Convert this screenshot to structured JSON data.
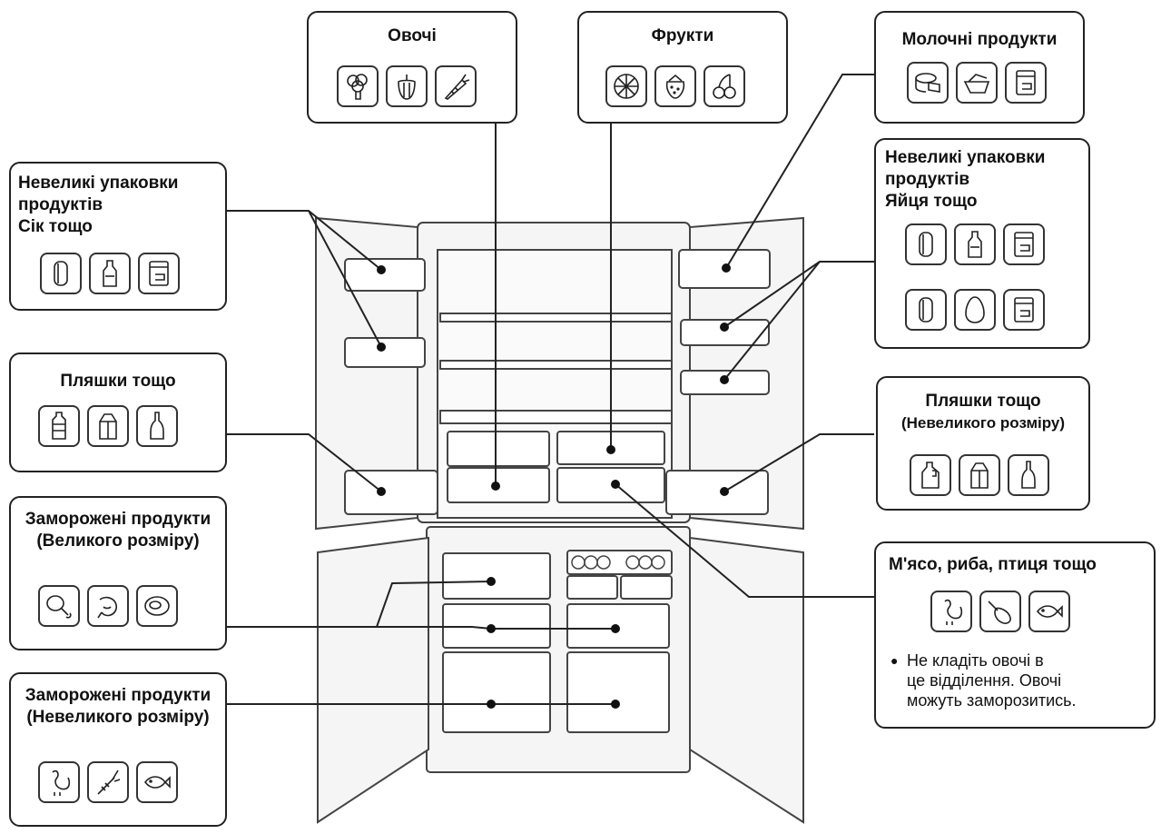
{
  "boxes": {
    "vegetables": {
      "title": "Овочі",
      "icons": [
        "broccoli-icon",
        "pepper-icon",
        "carrot-icon"
      ]
    },
    "fruits": {
      "title": "Фрукти",
      "icons": [
        "lemon-slice-icon",
        "strawberry-icon",
        "cherry-icon"
      ]
    },
    "dairy": {
      "title": "Молочні продукти",
      "icons": [
        "cheese-icon",
        "butter-icon",
        "jar-icon"
      ]
    },
    "small_packs_juice": {
      "title_lines": [
        "Невеликі упаковки",
        "продуктів",
        "Сік тощо"
      ],
      "icons": [
        "can-icon",
        "bottle-icon",
        "jar-icon"
      ]
    },
    "small_packs_eggs": {
      "title_lines": [
        "Невеликі упаковки",
        "продуктів",
        "Яйця тощо"
      ],
      "icons": [
        "can-icon",
        "bottle-icon",
        "jar-icon",
        "can-icon",
        "egg-icon",
        "jar-icon"
      ]
    },
    "bottles_left": {
      "title": "Пляшки тощо",
      "icons": [
        "plastic-bottle-icon",
        "milk-carton-icon",
        "wine-bottle-icon"
      ]
    },
    "bottles_right": {
      "title": "Пляшки тощо",
      "subtitle": "(Невеликого розміру)",
      "icons": [
        "gallon-jug-icon",
        "milk-carton-icon",
        "wine-bottle-icon"
      ]
    },
    "frozen_large": {
      "title_lines": [
        "Заморожені продукти",
        "(Великого розміру)"
      ],
      "icons": [
        "chicken-leg-icon",
        "shrimp-icon",
        "steak-icon"
      ]
    },
    "frozen_small": {
      "title_lines": [
        "Заморожені продукти",
        "(Невеликого розміру)"
      ],
      "icons": [
        "rooster-icon",
        "lobster-icon",
        "fish-icon"
      ]
    },
    "meat": {
      "title": "М'ясо, риба, птиця тощо",
      "icons": [
        "rooster-icon",
        "ham-icon",
        "fish-icon"
      ],
      "note": "Не кладіть овочі в це відділення. Овочі можуть заморозитись.",
      "note_lines": [
        "Не кладіть овочі в",
        "це відділення. Овочі",
        "можуть заморозитись."
      ]
    }
  },
  "colors": {
    "line": "#222222",
    "fridge_stroke": "#444444",
    "fridge_fill": "#f4f4f4"
  }
}
